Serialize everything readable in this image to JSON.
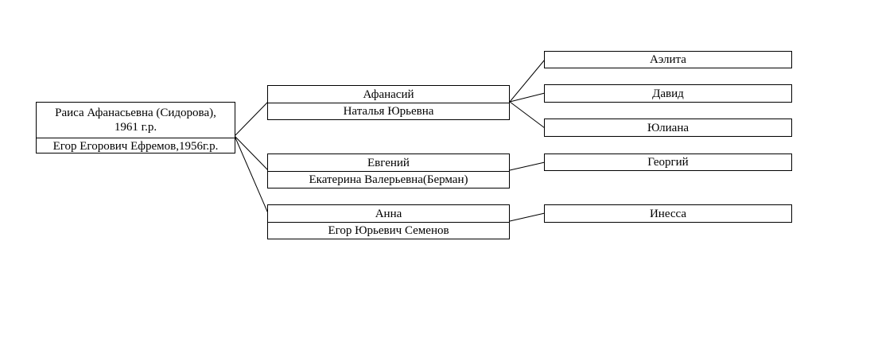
{
  "root": {
    "person": "Раиса Афанасьевна (Сидорова), 1961 г.р.",
    "spouse": "Егор Егорович Ефремов,1956г.р."
  },
  "children": [
    {
      "person": "Афанасий",
      "spouse": "Наталья Юрьевна"
    },
    {
      "person": "Евгений",
      "spouse": "Екатерина Валерьевна(Берман)"
    },
    {
      "person": "Анна",
      "spouse": "Егор Юрьевич Семенов"
    }
  ],
  "grandchildren": [
    "Аэлита",
    "Давид",
    "Юлиана",
    "Георгий",
    "Инесса"
  ]
}
